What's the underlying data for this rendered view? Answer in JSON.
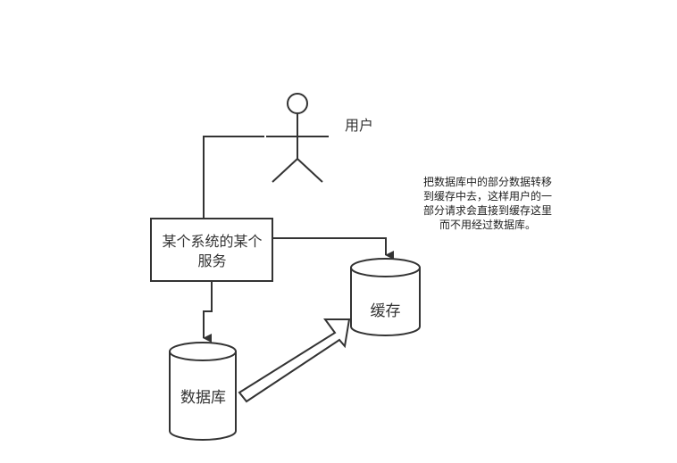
{
  "diagram": {
    "title": "",
    "actor": {
      "label": "用户",
      "icon": "stick-figure-icon"
    },
    "service": {
      "lines": [
        "某个系统的某个",
        "服务"
      ]
    },
    "cache": {
      "label": "缓存",
      "shape": "cylinder"
    },
    "database": {
      "label": "数据库",
      "shape": "cylinder"
    },
    "note": {
      "lines": [
        "把数据库中的部分数据转移",
        "到缓存中去，这样用户的一",
        "部分请求会直接到缓存这里",
        "而不用经过数据库。"
      ]
    },
    "edges": [
      {
        "from": "actor",
        "to": "service",
        "style": "arrow"
      },
      {
        "from": "service",
        "to": "cache",
        "style": "arrow"
      },
      {
        "from": "service",
        "to": "database",
        "style": "arrow"
      },
      {
        "from": "database",
        "to": "cache",
        "style": "block-arrow"
      }
    ],
    "colors": {
      "stroke": "#333333",
      "fill": "#ffffff",
      "text": "#333333"
    }
  }
}
